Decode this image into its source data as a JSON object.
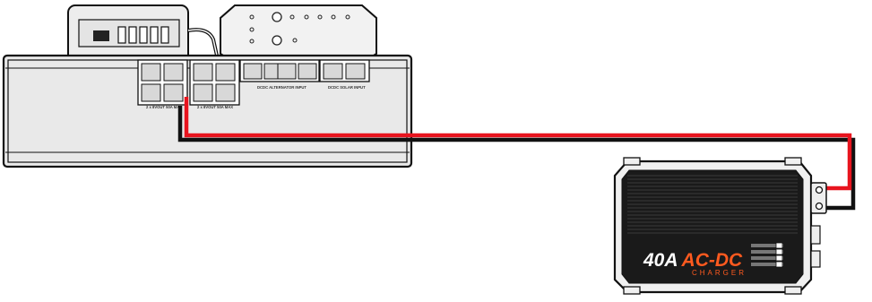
{
  "battery_box": {
    "ports": [
      {
        "label": "2 x 8VOUT 50A MAX"
      },
      {
        "label": "2 x 8VOUT 50A MAX"
      },
      {
        "label": "DCDC ALTERNATOR INPUT"
      },
      {
        "label": "DCDC SOLAR INPUT"
      }
    ]
  },
  "charger": {
    "brand_prefix": "",
    "brand_name": "",
    "title_number": "40A",
    "title_type": "AC-DC",
    "subtitle": "CHARGER"
  },
  "wiring": {
    "positive_color": "#e8141e",
    "negative_color": "#111111"
  }
}
